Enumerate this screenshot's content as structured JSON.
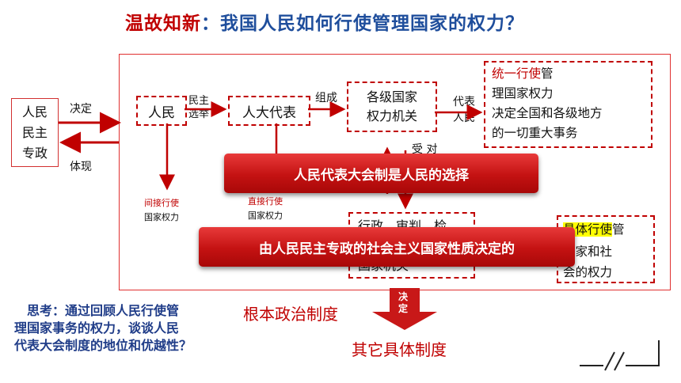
{
  "title": {
    "part1": "温故知新",
    "part2": "：我国人民如何行使管理国家的权力？"
  },
  "left_box": {
    "lines": [
      "人民",
      "民主",
      "专政"
    ]
  },
  "labels": {
    "decide": "决定",
    "reflect": "体现",
    "elect": [
      "民主",
      "选举"
    ],
    "compose": "组成",
    "represent": [
      "代表",
      "人民"
    ],
    "supervise": "受 对",
    "decide_vertical": [
      "决",
      "定"
    ]
  },
  "nodes": {
    "people": "人民",
    "npc": "人大代表",
    "organs": [
      "各级国家",
      "权力机关"
    ],
    "other_organs": [
      "行政、审判、检",
      "国家机关"
    ]
  },
  "unified_box": {
    "highlight": "统一行使",
    "line1_rest": "管",
    "lines": [
      "理国家权力",
      "决定全国和各级地方",
      "的一切重大事务"
    ]
  },
  "specific_box": {
    "highlight": "具体行使",
    "line1_rest": "管",
    "lines": [
      "国家和社",
      "会的权力"
    ]
  },
  "indirect": {
    "red": "间接行使",
    "black": "国家权力"
  },
  "direct": {
    "red": "直接行使",
    "black": "国家权力"
  },
  "banners": {
    "top": "人民代表大会制是人民的选择",
    "bottom": "由人民民主专政的社会主义国家性质决定的"
  },
  "thinking": [
    "思考：通过回顾人民行使管",
    "理国家事务的权力，谈谈人民",
    "代表大会制度的地位和优越性？"
  ],
  "fundamental": "根本政治制度",
  "other_specific": "其它具体制度",
  "colors": {
    "red": "#c00000",
    "blue": "#1f4e9c",
    "highlight": "#ffff00"
  }
}
